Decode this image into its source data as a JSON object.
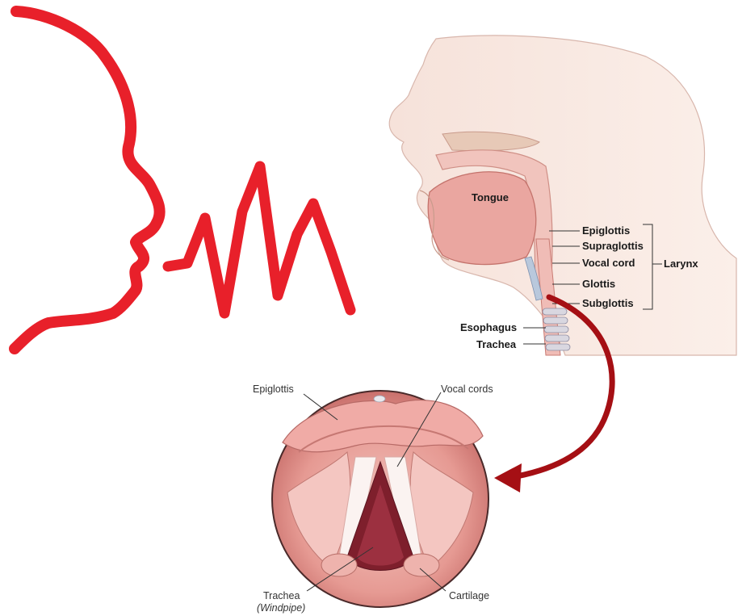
{
  "side_view": {
    "labels": {
      "tongue": "Tongue",
      "epiglottis": "Epiglottis",
      "supraglottis": "Supraglottis",
      "vocal_cord": "Vocal cord",
      "glottis": "Glottis",
      "subglottis": "Subglottis",
      "larynx": "Larynx",
      "esophagus": "Esophagus",
      "trachea": "Trachea"
    }
  },
  "top_view": {
    "labels": {
      "epiglottis": "Epiglottis",
      "vocal_cords": "Vocal cords",
      "trachea": "Trachea",
      "windpipe": "(Windpipe)",
      "cartilage": "Cartilage"
    }
  },
  "colors": {
    "speech_icon": "#e8202a",
    "arrow": "#a50f14",
    "tissue_pink": "#e9a9a4",
    "tissue_dark": "#8e2a35",
    "skin": "#f4dcd4"
  },
  "icons": {
    "head_profile": "speaking-head-icon",
    "sound_wave": "sound-wave-icon"
  }
}
